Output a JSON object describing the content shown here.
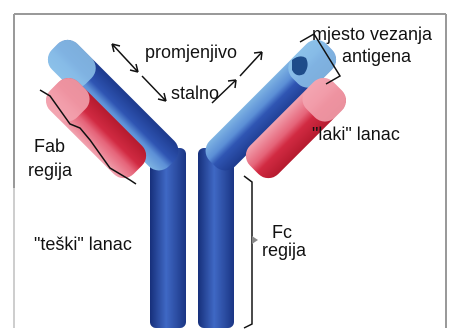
{
  "labels": {
    "variable": "promjenjivo",
    "constant": "stalno",
    "binding_site_line1": "mjesto vezanja",
    "binding_site_line2": "antigena",
    "light_chain": "\"laki\" lanac",
    "fab_line1": "Fab",
    "fab_line2": "regija",
    "fc_line1": "Fc",
    "fc_line2": "regija",
    "heavy_chain": "\"teški\" lanac"
  },
  "colors": {
    "heavy_chain_dark": "#1f3f95",
    "heavy_chain_mid": "#3b63c0",
    "heavy_chain_light": "#8dbfe8",
    "light_chain_dark": "#cc1f36",
    "light_chain_light": "#f3a6b2",
    "binding_site": "#1e4c8a",
    "frame": "#9a9a9a"
  }
}
